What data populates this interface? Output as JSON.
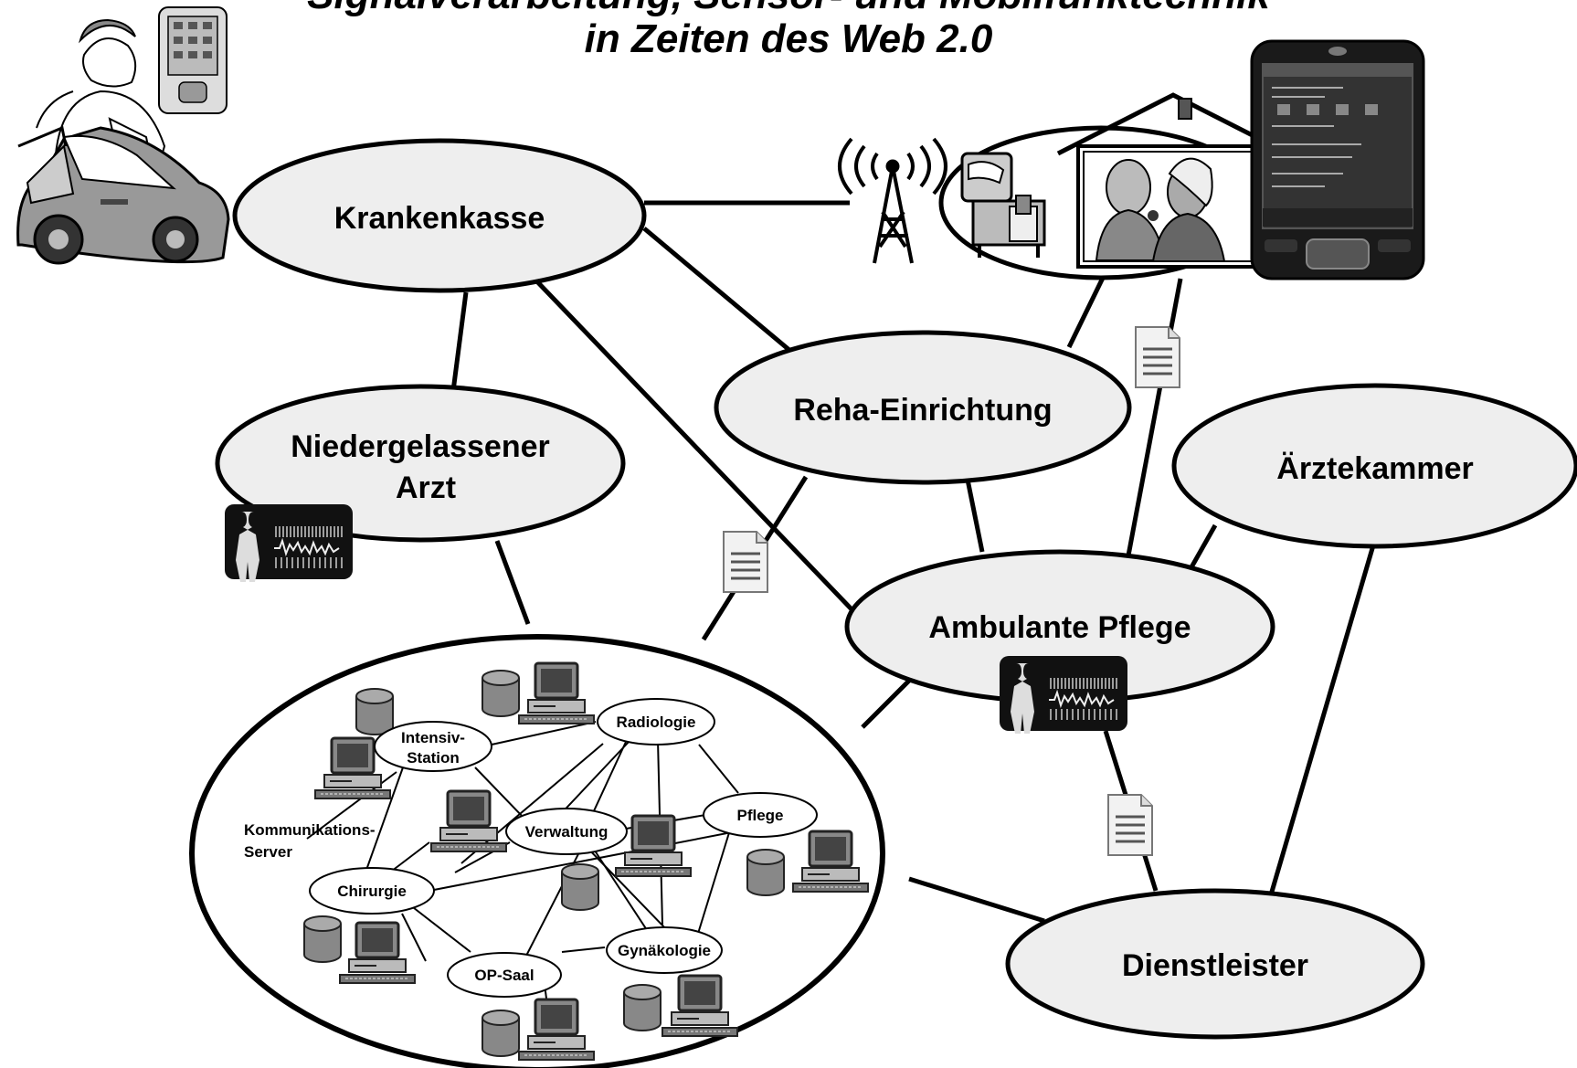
{
  "title": {
    "line1": "Signalverarbeitung, Sensor- und Mobilfunktechnik",
    "line2": "in Zeiten des Web 2.0"
  },
  "nodes": {
    "krankenkasse": "Krankenkasse",
    "reha": "Reha-Einrichtung",
    "arzt_line1": "Niedergelassener",
    "arzt_line2": "Arzt",
    "aerztekammer": "Ärztekammer",
    "pflege": "Ambulante Pflege",
    "dienstleister": "Dienstleister"
  },
  "hospital": {
    "server_line1": "Kommunikations-",
    "server_line2": "Server",
    "intensiv_line1": "Intensiv-",
    "intensiv_line2": "Station",
    "radiologie": "Radiologie",
    "verwaltung": "Verwaltung",
    "pflege": "Pflege",
    "chirurgie": "Chirurgie",
    "op_saal": "OP-Saal",
    "gynaekologie": "Gynäkologie"
  },
  "icons": [
    "nurse-pda-icon",
    "car-icon",
    "antenna-icon",
    "hospital-bed-icon",
    "elderly-couple-house-icon",
    "smartphone-icon",
    "document-icon",
    "ecg-monitor-icon",
    "computer-icon",
    "database-icon"
  ],
  "colors": {
    "ellipse_fill": "#eeeeee",
    "line": "#000000",
    "ecg_bg": "#111111"
  }
}
